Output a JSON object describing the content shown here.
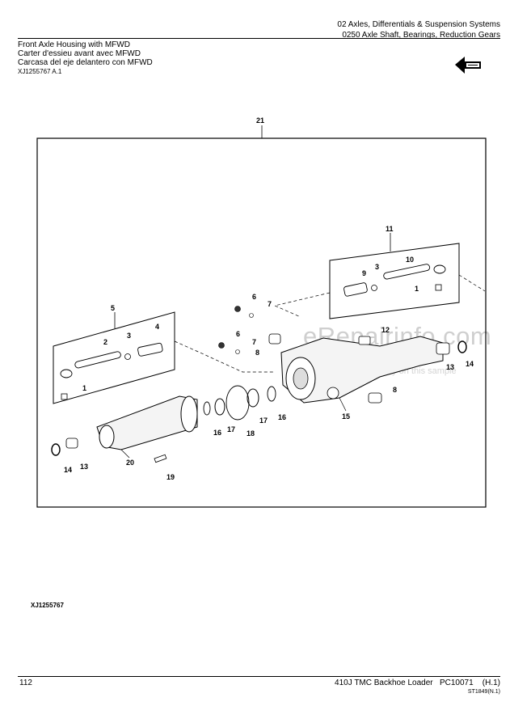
{
  "header": {
    "section": "02 Axles, Differentials & Suspension Systems",
    "group": "0250 Axle Shaft, Bearings, Reduction Gears"
  },
  "titles": {
    "en": "Front Axle Housing with MFWD",
    "fr": "Carter d'essieu avant avec MFWD",
    "es": "Carcasa del eje delantero con MFWD"
  },
  "reference_top": "XJ1255767 A.1",
  "reference_bottom": "XJ1255767",
  "watermark": {
    "main": "eRepairinfo.com",
    "sub": "Watermark only on this sample"
  },
  "callouts": {
    "c21": "21",
    "c11": "11",
    "c5": "5",
    "c10": "10",
    "c9": "9",
    "c3a": "3",
    "c1a": "1",
    "c6a": "6",
    "c7a": "7",
    "c6b": "6",
    "c7b": "7",
    "c8a": "8",
    "c12": "12",
    "c14a": "14",
    "c13a": "13",
    "c8b": "8",
    "c15": "15",
    "c16a": "16",
    "c17a": "17",
    "c2": "2",
    "c3b": "3",
    "c4": "4",
    "c1b": "1",
    "c16b": "16",
    "c17b": "17",
    "c18": "18",
    "c20": "20",
    "c14b": "14",
    "c13b": "13",
    "c19": "19"
  },
  "footer": {
    "page": "112",
    "title": "410J TMC Backhoe Loader",
    "doc": "PC10071",
    "rev": "(H.1)",
    "code": "ST1849(N.1)"
  }
}
